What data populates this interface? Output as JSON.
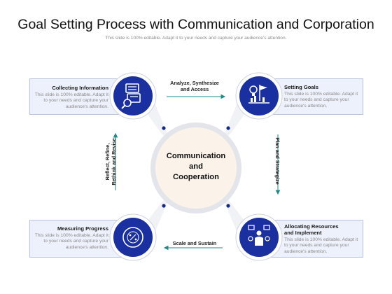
{
  "title": "Goal Setting Process with Communication and Corporation",
  "subtitle": "This slide is 100% editable. Adapt it to your needs and capture your audience's attention.",
  "center": {
    "line1": "Communication",
    "line2": "and",
    "line3": "Cooperation"
  },
  "steps": [
    {
      "title": "Collecting Information",
      "desc": "This slide is 100% editable. Adapt it to your needs and capture your audience's attention.",
      "icon": "documents-search-icon"
    },
    {
      "title": "Setting Goals",
      "desc": "This slide is 100% editable. Adapt it to your needs and capture your audience's attention.",
      "icon": "lightbulb-flag-icon"
    },
    {
      "title": "Allocating Resources and Implement",
      "desc": "This slide is 100% editable. Adapt it to your needs and capture your audience's attention.",
      "icon": "resources-person-icon"
    },
    {
      "title": "Measuring Progress",
      "desc": "This slide is 100% editable. Adapt it to your needs and capture your audience's attention.",
      "icon": "progress-gauge-icon"
    }
  ],
  "connectors": {
    "top": {
      "line1": "Analyze, Synthesize",
      "line2": "and Access"
    },
    "right": "Plan and Strategize",
    "bottom": "Scale and Sustain",
    "left": {
      "line1": "Reflect, Refine,",
      "line2": "Rethink and Revise"
    }
  },
  "colors": {
    "accent": "#1a2fa0",
    "arrow": "#1f8a8a",
    "box": "#edf1fb",
    "center": "#fbf3ea"
  }
}
